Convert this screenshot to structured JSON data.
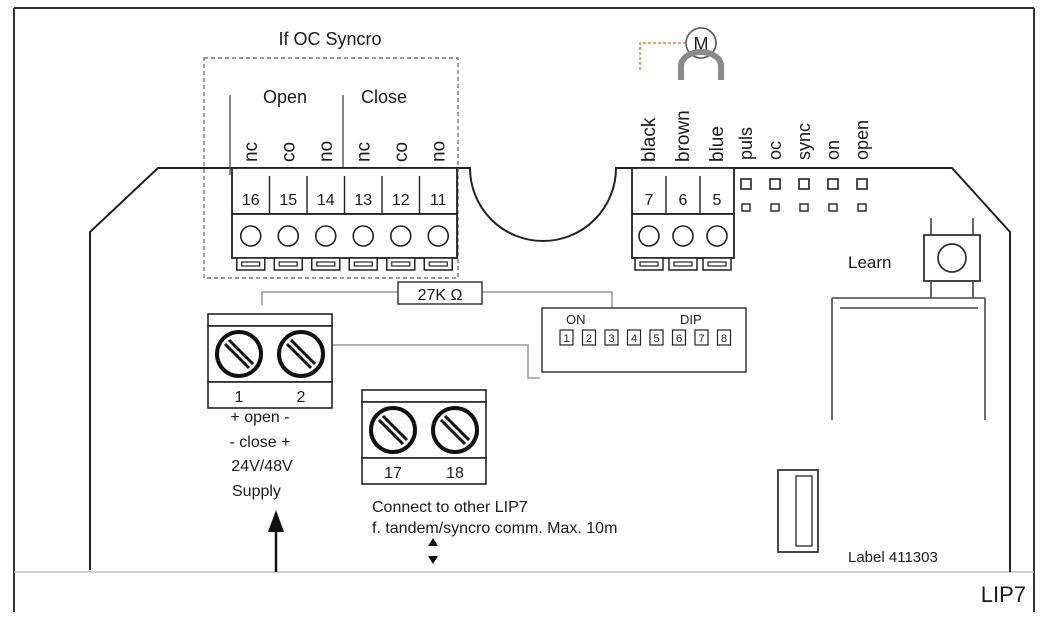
{
  "top_group": {
    "title": "If OC Syncro",
    "open_label": "Open",
    "close_label": "Close"
  },
  "left_terminals": [
    {
      "pin": "16",
      "label": "nc"
    },
    {
      "pin": "15",
      "label": "co"
    },
    {
      "pin": "14",
      "label": "no"
    },
    {
      "pin": "13",
      "label": "nc"
    },
    {
      "pin": "12",
      "label": "co"
    },
    {
      "pin": "11",
      "label": "no"
    }
  ],
  "motor": {
    "symbol": "M",
    "terminals": [
      {
        "pin": "7",
        "label": "black"
      },
      {
        "pin": "6",
        "label": "brown"
      },
      {
        "pin": "5",
        "label": "blue"
      }
    ]
  },
  "leds": [
    "puls",
    "oc",
    "sync",
    "on",
    "open"
  ],
  "resistor_label": "27K Ω",
  "dip": {
    "on_label": "ON",
    "dip_label": "DIP",
    "switches": [
      "1",
      "2",
      "3",
      "4",
      "5",
      "6",
      "7",
      "8"
    ]
  },
  "learn_label": "Learn",
  "supply": {
    "pins": [
      "1",
      "2"
    ],
    "lines": [
      "+ open -",
      "- close +",
      "24V/48V",
      "Supply"
    ]
  },
  "comm": {
    "pins": [
      "17",
      "18"
    ],
    "lines": [
      "Connect to other LIP7",
      "f. tandem/syncro comm. Max. 10m"
    ]
  },
  "board_label": "Label 411303",
  "model_label": "LIP7"
}
